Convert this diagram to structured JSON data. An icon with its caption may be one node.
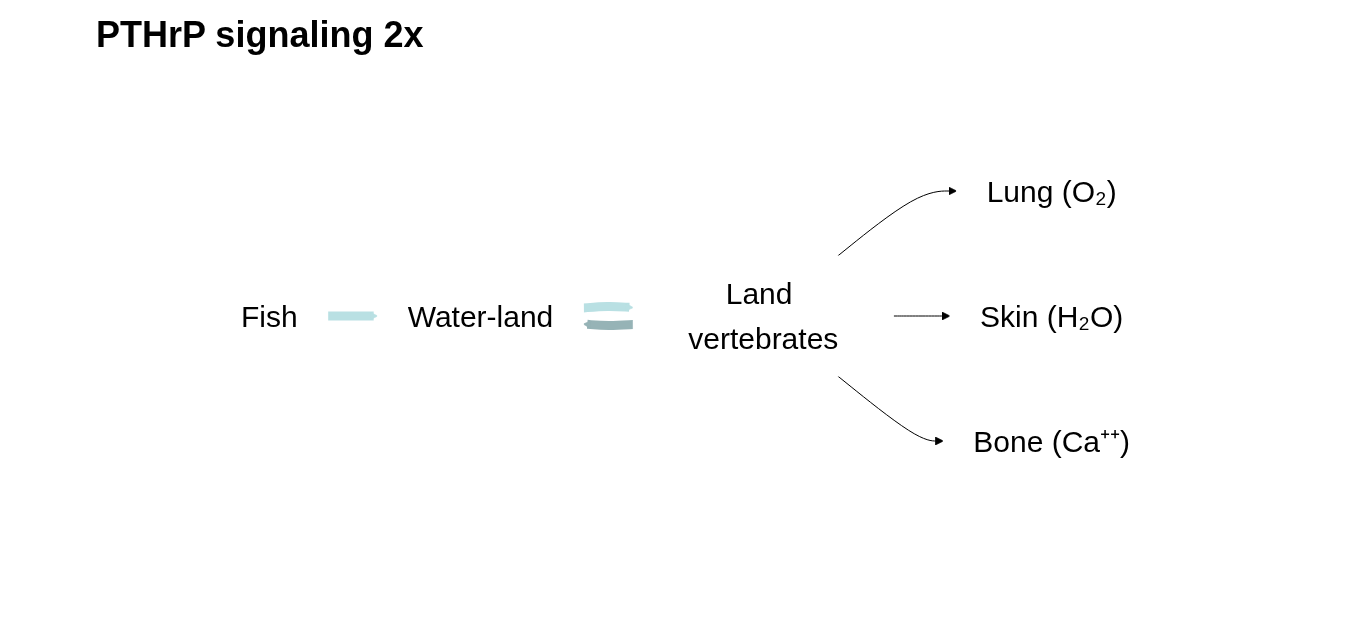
{
  "diagram": {
    "title": "PTHrP signaling 2x",
    "nodes": [
      {
        "text": [
          "Fish"
        ]
      },
      {
        "text": [
          "Water-land"
        ]
      },
      {
        "text": [
          "Land vertebrates"
        ]
      },
      {
        "text": [
          "Lung (O₂)"
        ]
      },
      {
        "text": [
          "Skin (H₂O)"
        ]
      },
      {
        "text": [
          "Bone (Ca⁺⁺)"
        ]
      }
    ],
    "edges": [
      {
        "from": 0,
        "to": 1,
        "arrow": "to",
        "style": "thick",
        "color": "#b9e0e3"
      },
      {
        "from": 1,
        "to": 2,
        "arrow": "to",
        "style": "thick",
        "color": "#b9e0e3"
      },
      {
        "from": 2,
        "to": 3,
        "arrow": "to"
      },
      {
        "from": 2,
        "to": 4,
        "arrow": "to"
      },
      {
        "from": 2,
        "to": 5,
        "arrow": "to"
      },
      {
        "from": 2,
        "to": 1,
        "arrow": "to",
        "style": "thick",
        "color": "#96b3b6"
      }
    ]
  }
}
